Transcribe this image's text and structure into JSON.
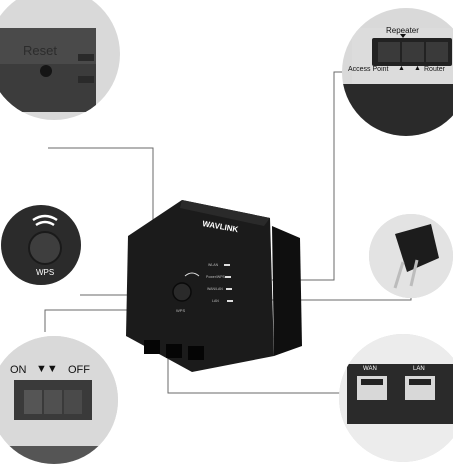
{
  "reset_label": "Reset",
  "mode_switch": {
    "repeater": "Repeater",
    "access_point": "Access Point",
    "router": "Router"
  },
  "wps_label": "WPS",
  "power_switch": {
    "on": "ON",
    "off": "OFF"
  },
  "ports": {
    "wan": "WAN",
    "lan": "LAN"
  },
  "device": {
    "brand": "WAVLINK",
    "wps_button_label": "WPS",
    "led_labels": [
      "WLAN",
      "Power/WPS",
      "WAN/LAN",
      "LAN"
    ]
  },
  "colors": {
    "device_body": "#1b1b1b",
    "callout_bg": "#d9d9d9",
    "leader_line": "#6a6a6a"
  }
}
